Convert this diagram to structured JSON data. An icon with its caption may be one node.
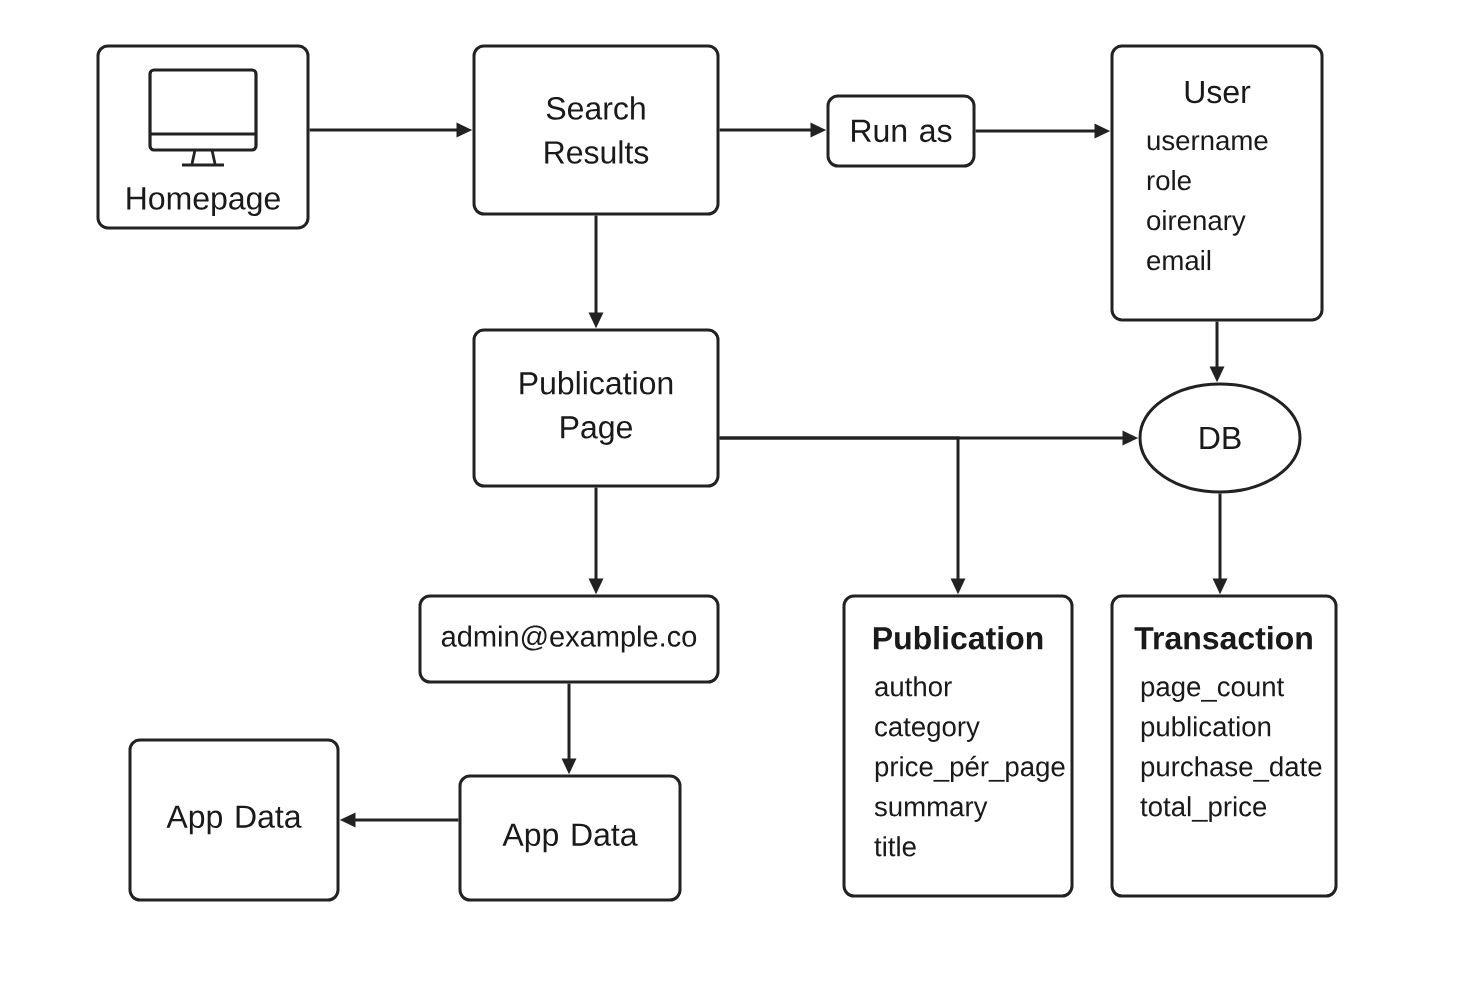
{
  "diagram": {
    "nodes": [
      {
        "text": [
          "Homepage"
        ]
      },
      {
        "text": [
          "Search Results"
        ]
      },
      {
        "text": [
          "Run as"
        ]
      },
      {
        "text": [
          "User",
          "username",
          "role",
          "oirenary",
          "email"
        ]
      },
      {
        "text": [
          "Publication Page"
        ]
      },
      {
        "text": [
          "DB"
        ]
      },
      {
        "text": [
          "admin@example.co"
        ]
      },
      {
        "text": [
          "Publication",
          "author",
          "category",
          "price_pér_page",
          "summary",
          "title"
        ]
      },
      {
        "text": [
          "Transaction",
          "page_count",
          "publication",
          "purchase_date",
          "total_price"
        ]
      },
      {
        "text": [
          "App Data"
        ]
      },
      {
        "text": [
          "App Data"
        ]
      }
    ],
    "edges": [
      {
        "from": 0,
        "to": 1,
        "arrow": "to"
      },
      {
        "from": 1,
        "to": 2,
        "arrow": "to"
      },
      {
        "from": 2,
        "to": 3,
        "arrow": "to"
      },
      {
        "from": 1,
        "to": 4,
        "arrow": "to"
      },
      {
        "from": 3,
        "to": 5,
        "arrow": "to"
      },
      {
        "from": 4,
        "to": 5,
        "arrow": "to"
      },
      {
        "from": 4,
        "to": 7,
        "arrow": "to"
      },
      {
        "from": 5,
        "to": 8,
        "arrow": "to"
      },
      {
        "from": 4,
        "to": 6,
        "arrow": "to"
      },
      {
        "from": 6,
        "to": 10,
        "arrow": "to"
      },
      {
        "from": 10,
        "to": 9,
        "arrow": "to"
      }
    ]
  }
}
